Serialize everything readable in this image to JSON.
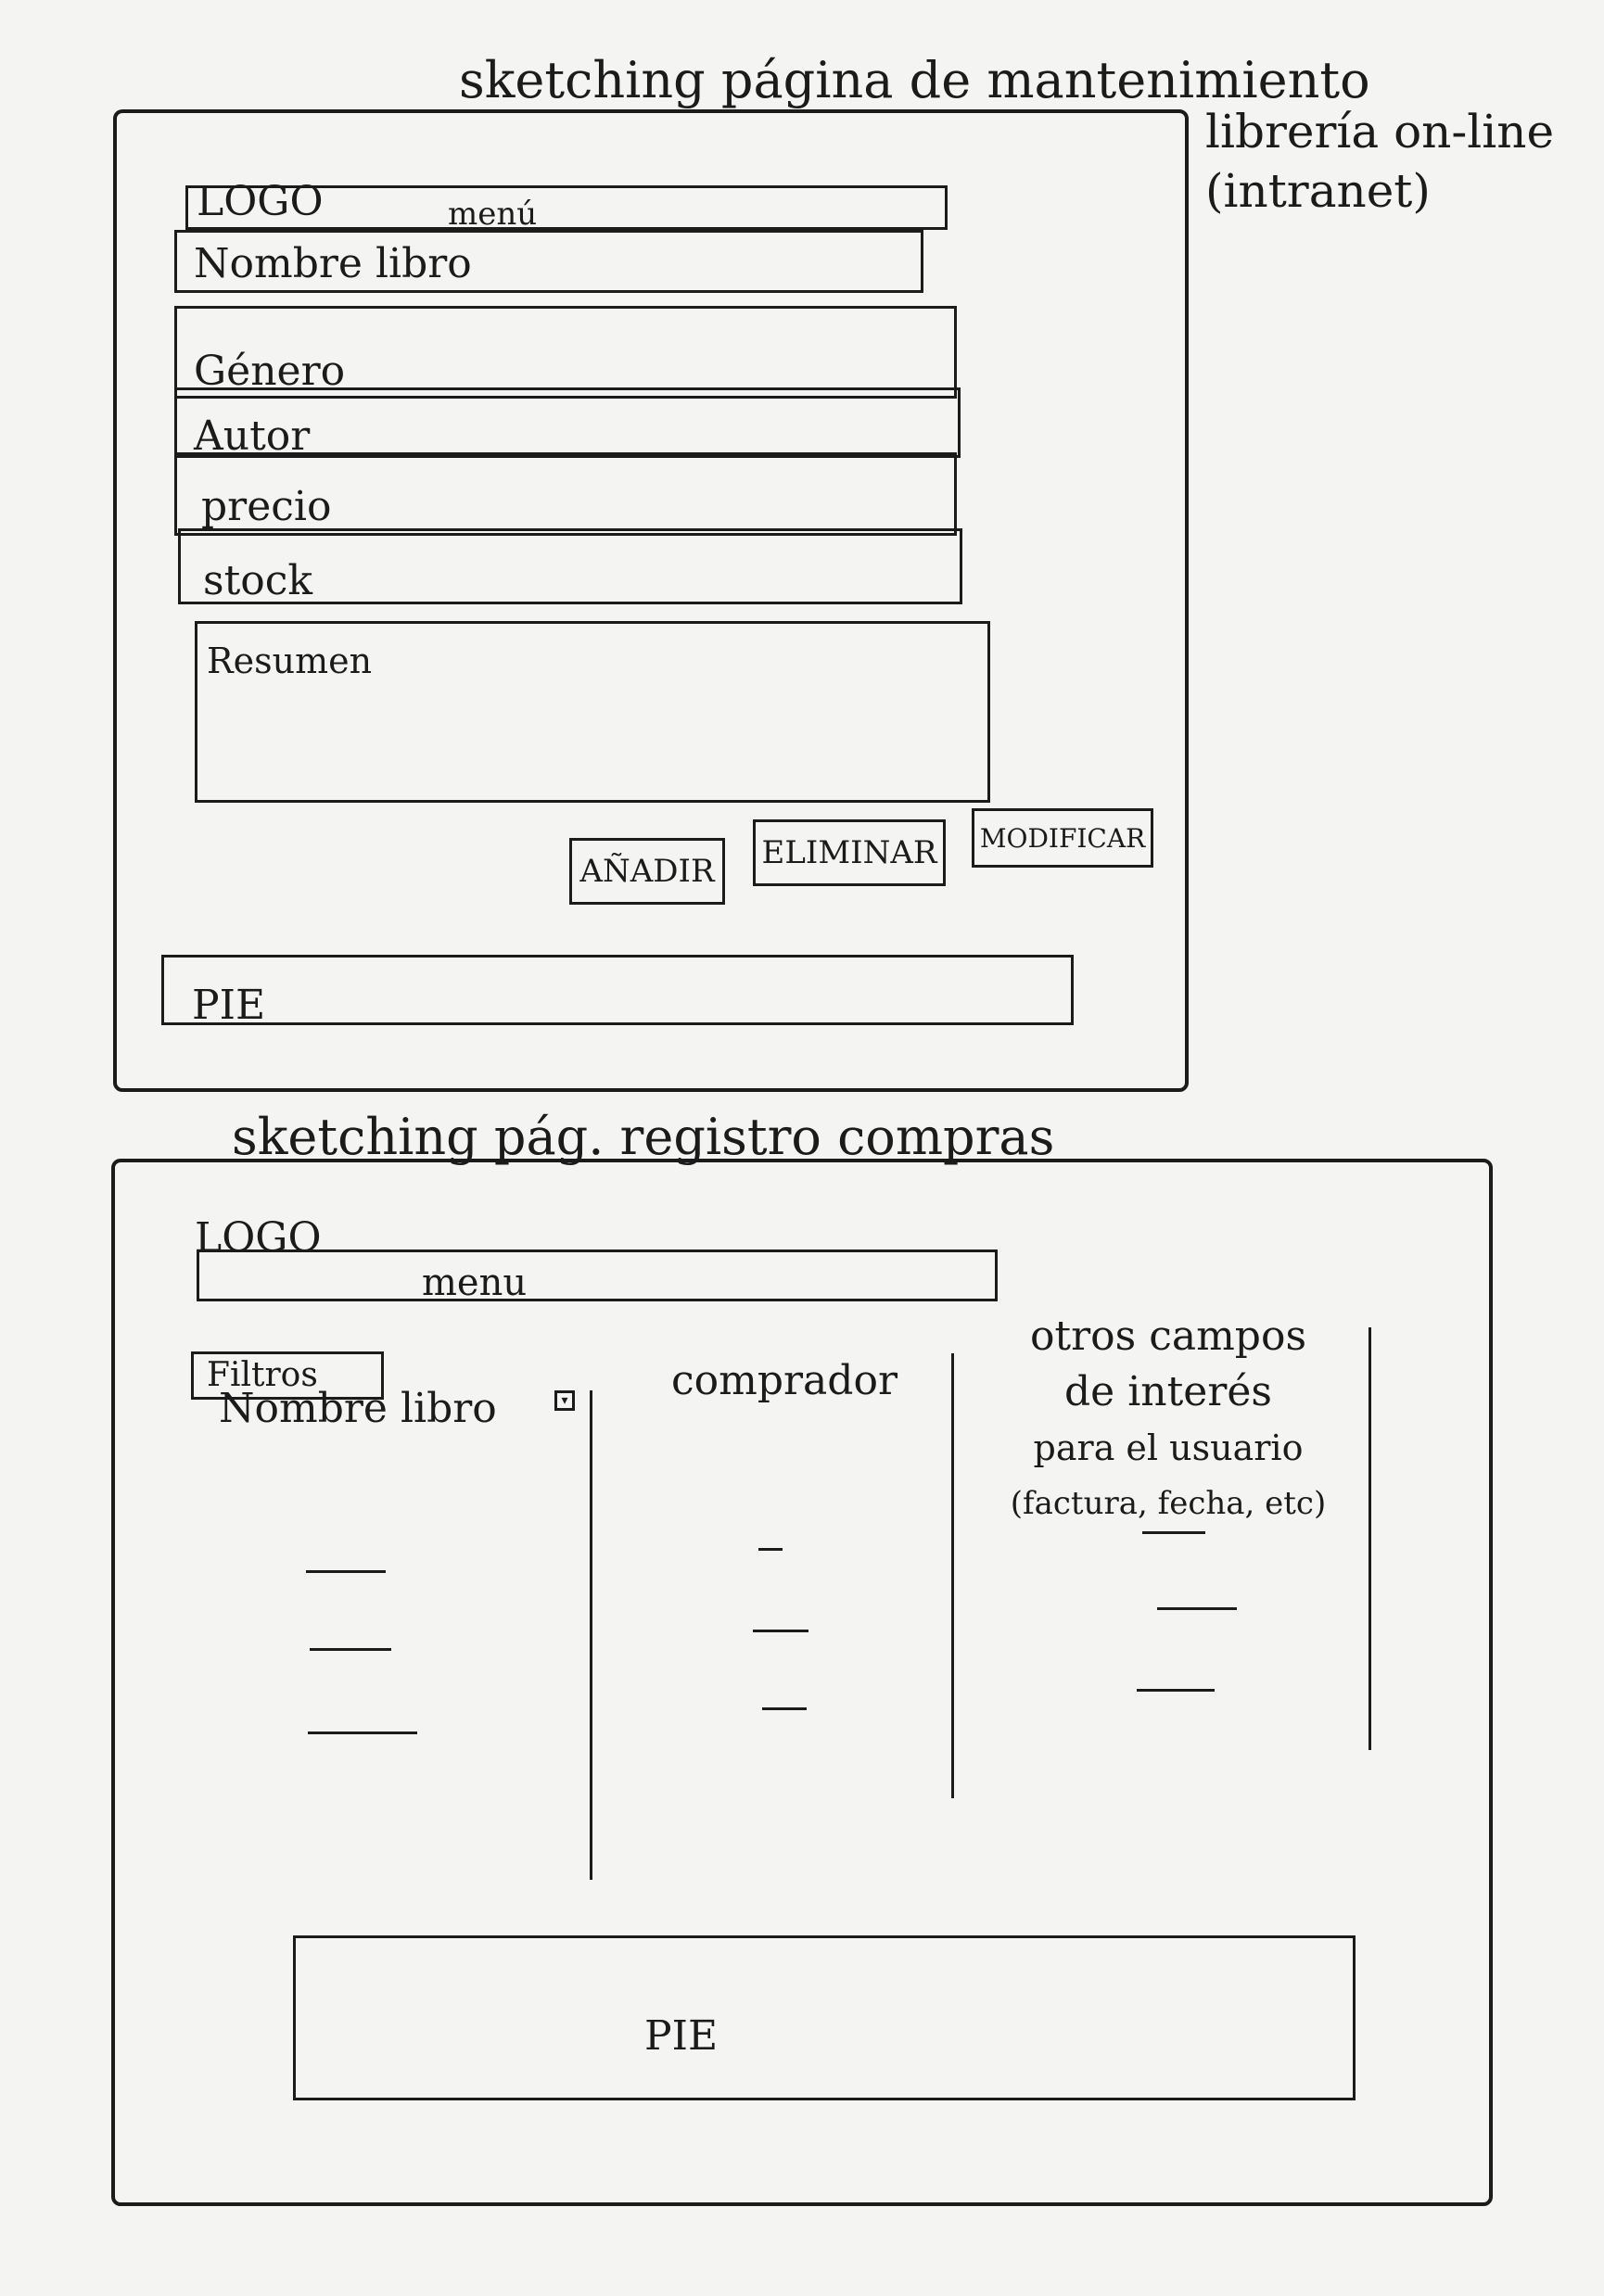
{
  "maintenance": {
    "title": "sketching página de mantenimiento",
    "note_line1": "librería on-line",
    "note_line2": "(intranet)",
    "logo": "LOGO",
    "menu": "menú",
    "fields": [
      "Nombre libro",
      "Género",
      "Autor",
      "precio",
      "stock"
    ],
    "resumen": "Resumen",
    "buttons": [
      "AÑADIR",
      "ELIMINAR",
      "MODIFICAR"
    ],
    "footer": "PIE"
  },
  "purchases": {
    "title": "sketching pág. registro compras",
    "logo": "LOGO",
    "menu": "menu",
    "filters": "Filtros",
    "col1": "Nombre libro",
    "col2": "comprador",
    "col3_line1": "otros campos",
    "col3_line2": "de interés",
    "col3_line3": "para el usuario",
    "col3_line4": "(factura, fecha, etc)",
    "footer": "PIE"
  }
}
